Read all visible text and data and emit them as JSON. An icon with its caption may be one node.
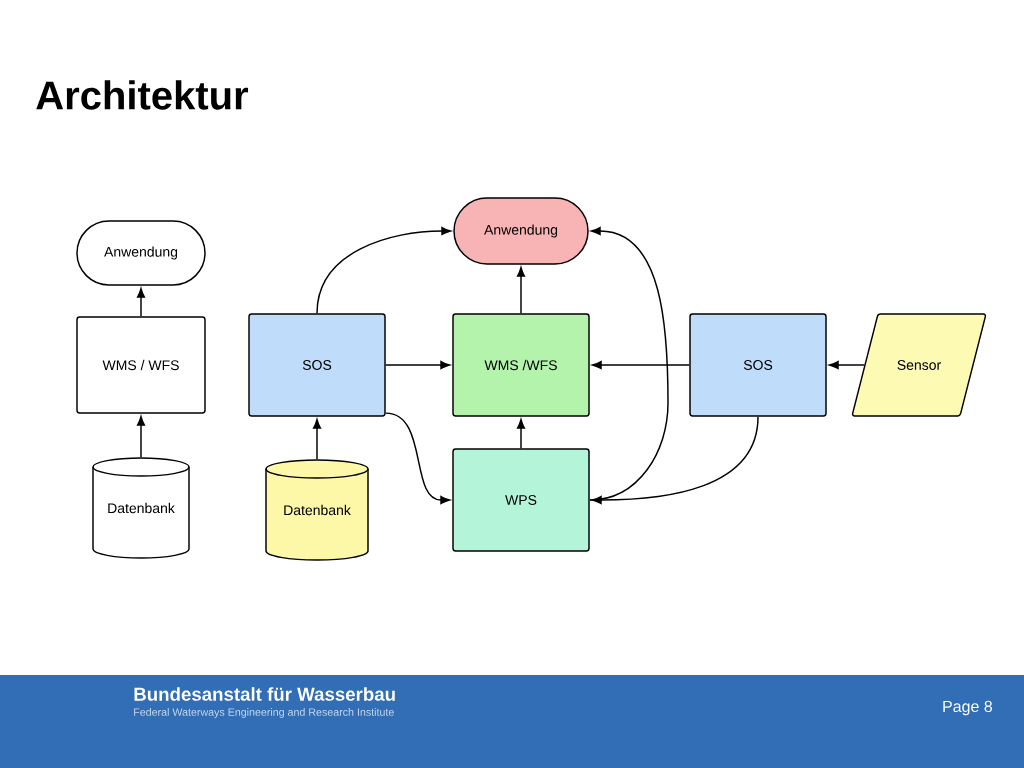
{
  "diagram": {
    "title": "Architektur",
    "nodes": [
      {
        "text": [
          "Anwendung"
        ]
      },
      {
        "text": [
          "Anwendung"
        ]
      },
      {
        "text": [
          "WMS / WFS"
        ]
      },
      {
        "text": [
          "SOS"
        ]
      },
      {
        "text": [
          "WMS /WFS"
        ]
      },
      {
        "text": [
          "SOS"
        ]
      },
      {
        "text": [
          "Sensor"
        ]
      },
      {
        "text": [
          "Datenbank"
        ]
      },
      {
        "text": [
          "WPS"
        ]
      },
      {
        "text": [
          "Datenbank"
        ]
      }
    ],
    "edges": [
      {
        "from": 7,
        "to": 2,
        "arrow": "to"
      },
      {
        "from": 2,
        "to": 0,
        "arrow": "to"
      },
      {
        "from": 3,
        "to": 1,
        "arrow": "to"
      },
      {
        "from": 3,
        "to": 4,
        "arrow": "to"
      },
      {
        "from": 9,
        "to": 3,
        "arrow": "to"
      },
      {
        "from": 3,
        "to": 8,
        "arrow": "to"
      },
      {
        "from": 8,
        "to": 4,
        "arrow": "to"
      },
      {
        "from": 4,
        "to": 1,
        "arrow": "to"
      },
      {
        "from": 5,
        "to": 4,
        "arrow": "to"
      },
      {
        "from": 6,
        "to": 5,
        "arrow": "to"
      },
      {
        "from": 5,
        "to": 8,
        "arrow": "to"
      },
      {
        "from": 8,
        "to": 1,
        "arrow": "to"
      }
    ],
    "labels": [
      "Bundesanstalt für Wasserbau",
      "Federal Waterways Engineering and Research Institute",
      "Page 8"
    ]
  }
}
